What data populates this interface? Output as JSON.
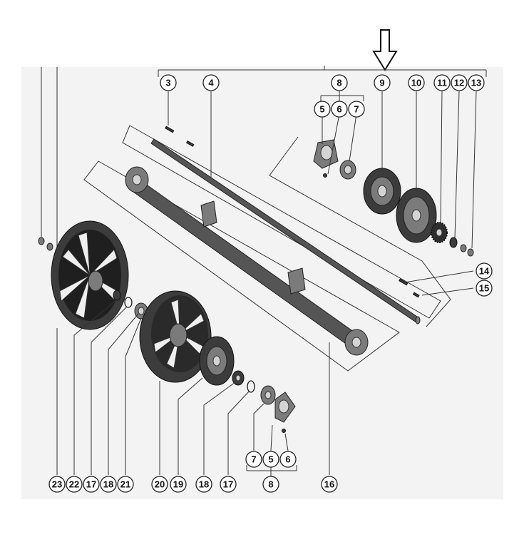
{
  "callouts": {
    "c3": "3",
    "c4": "4",
    "c8_top": "8",
    "c5_top": "5",
    "c6_top": "6",
    "c7_top": "7",
    "c9": "9",
    "c10": "10",
    "c11": "11",
    "c12": "12",
    "c13": "13",
    "c14": "14",
    "c15": "15",
    "c16": "16",
    "c23": "23",
    "c22": "22",
    "c17_left": "17",
    "c18_left": "18",
    "c21": "21",
    "c20": "20",
    "c19": "19",
    "c18": "18",
    "c17": "17",
    "c7_bottom": "7",
    "c5_bottom": "5",
    "c6_bottom": "6",
    "c8_bottom": "8"
  },
  "colors": {
    "line": "#222222",
    "part_dark": "#3c3c3c",
    "part_light": "#d4d4d4",
    "background": "#f2f2f2"
  },
  "icons": {
    "indicator": "down-arrow-icon"
  }
}
